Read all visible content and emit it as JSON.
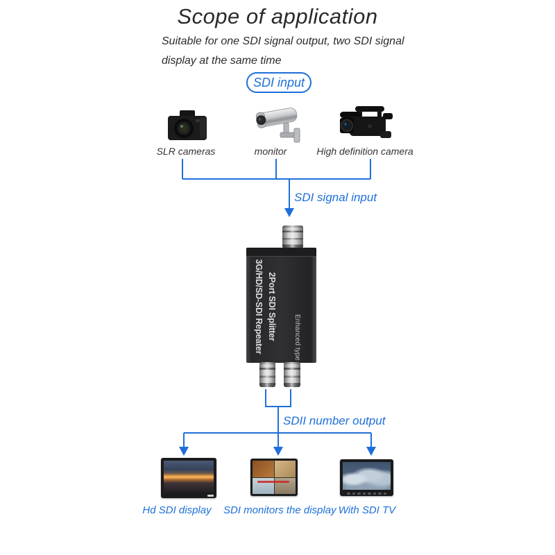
{
  "title": "Scope of application",
  "subtitle": {
    "line1": "Suitable for one SDI signal output, two SDI signal",
    "line2": "display at the same time"
  },
  "badges": {
    "sdi_input": "SDI input"
  },
  "sources": [
    {
      "label": "SLR cameras",
      "icon": "slr-camera-icon"
    },
    {
      "label": "monitor",
      "icon": "bullet-camera-icon"
    },
    {
      "label": "High definition camera",
      "icon": "camcorder-icon"
    }
  ],
  "flow": {
    "input_label": "SDI signal input",
    "output_label": "SDII number output"
  },
  "device": {
    "line1": "2Port SDI Splitter",
    "line2": "3G/HD/SD-SDI Repeater",
    "side_label": "Enhanced type"
  },
  "outputs": [
    {
      "label": "Hd SDI display",
      "icon": "hd-monitor-image"
    },
    {
      "label": "SDI monitors the display",
      "icon": "cctv-monitor-image"
    },
    {
      "label": "With SDI TV",
      "icon": "sdi-tv-image"
    }
  ],
  "colors": {
    "accent_blue": "#1e6fd9",
    "text_dark": "#2a2a2a",
    "device_body": "#2d2d30"
  }
}
